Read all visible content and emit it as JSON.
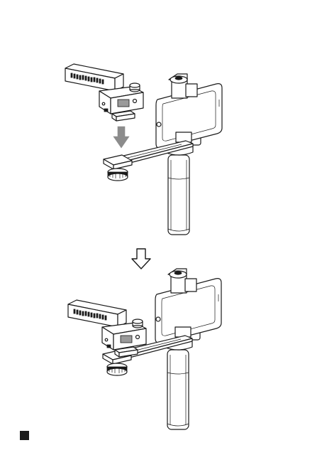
{
  "figure": {
    "steps": [
      {
        "id": "step-1-attach"
      },
      {
        "id": "step-2-attached"
      }
    ],
    "colors": {
      "line": "#1a1a1a",
      "insertion_arrow": "#8c8c8c",
      "background": "#ffffff"
    },
    "icons": [
      "down-arrow-filled",
      "down-arrow-outline",
      "page-marker-square"
    ]
  }
}
